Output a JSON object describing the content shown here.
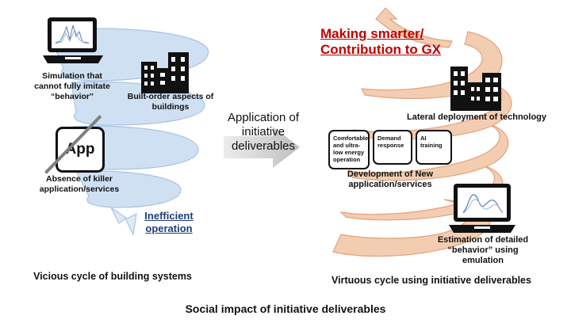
{
  "left": {
    "simulation_label": "Simulation that cannot fully imitate “behavior\"",
    "built_order_label": "Built-order aspects of buildings",
    "app_label": "App",
    "absence_label": "Absence of killer application/services",
    "inefficient_label": "Inefficient operation",
    "caption": "Vicious cycle of building systems"
  },
  "middle": {
    "application_label": "Application of initiative deliverables"
  },
  "right": {
    "headline": "Making smarter/ Contribution to GX",
    "lateral_label": "Lateral deployment of technology",
    "box_comfortable": "Comfortable and ultra-low energy operation",
    "box_demand": "Demand response",
    "box_ai": "AI training",
    "development_label": "Development of New application/services",
    "estimation_label": "Estimation of detailed “behavior” using emulation",
    "caption": "Virtuous cycle using initiative deliverables"
  },
  "footer": {
    "title": "Social impact of initiative deliverables"
  },
  "colors": {
    "blue_spiral": "#c9dcf0",
    "blue_edge": "#a9c4e4",
    "orange_spiral": "#f0c4a4",
    "orange_edge": "#e3a27c",
    "headline_red": "#c00000",
    "inefficient_navy": "#1f3b7a",
    "gray_arrow": "#d9d9d9"
  },
  "icons": [
    "laptop-chart-icon",
    "buildings-icon",
    "app-icon",
    "laptop-emulation-icon"
  ]
}
